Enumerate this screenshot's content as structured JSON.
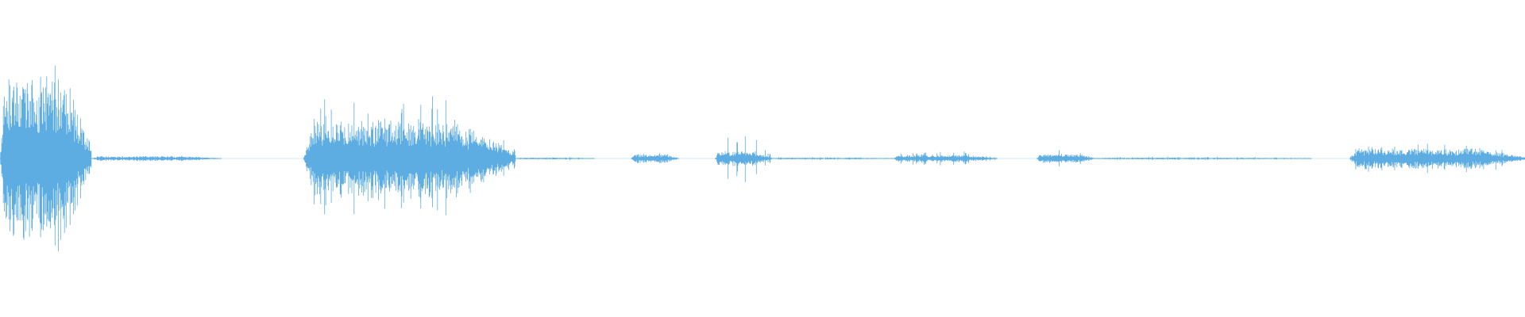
{
  "waveform": {
    "color": "#5dade2",
    "background": "#ffffff",
    "duration_fraction_segments": [
      {
        "start": 0.0,
        "end": 0.06,
        "peak": 0.83,
        "body": 0.55,
        "decay": 0.02
      },
      {
        "start": 0.06,
        "end": 0.145,
        "peak": 0.02,
        "body": 0.015,
        "decay": 0.0
      },
      {
        "start": 0.199,
        "end": 0.338,
        "peak": 0.45,
        "body": 0.27,
        "decay": 0.06
      },
      {
        "start": 0.338,
        "end": 0.39,
        "peak": 0.01,
        "body": 0.006,
        "decay": 0.0
      },
      {
        "start": 0.414,
        "end": 0.445,
        "peak": 0.04,
        "body": 0.03,
        "decay": 0.02
      },
      {
        "start": 0.469,
        "end": 0.506,
        "peak": 0.16,
        "body": 0.05,
        "decay": 0.03
      },
      {
        "start": 0.506,
        "end": 0.586,
        "peak": 0.01,
        "body": 0.006,
        "decay": 0.0
      },
      {
        "start": 0.586,
        "end": 0.654,
        "peak": 0.05,
        "body": 0.025,
        "decay": 0.02
      },
      {
        "start": 0.68,
        "end": 0.718,
        "peak": 0.06,
        "body": 0.03,
        "decay": 0.02
      },
      {
        "start": 0.718,
        "end": 0.86,
        "peak": 0.012,
        "body": 0.006,
        "decay": 0.0
      },
      {
        "start": 0.885,
        "end": 1.0,
        "peak": 0.12,
        "body": 0.07,
        "decay": 0.0
      }
    ]
  }
}
